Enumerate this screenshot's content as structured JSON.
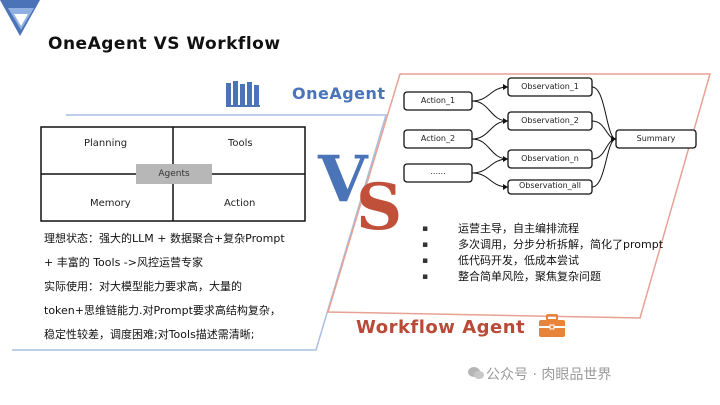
{
  "title": "OneAgent VS Workflow",
  "one_agent": {
    "heading": "OneAgent",
    "quadrants": {
      "tl": "Planning",
      "tr": "Tools",
      "bl": "Memory",
      "br": "Action",
      "center": "Agents"
    },
    "lines": [
      "理想状态：强大的LLM + 数据聚合+复杂Prompt",
      "+ 丰富的 Tools ->风控运营专家",
      "实际使用：对大模型能力要求高，大量的",
      "token+思维链能力.对Prompt要求高结构复杂，",
      "稳定性较差，调度困难;对Tools描述需清晰;"
    ]
  },
  "vs": {
    "v": "V",
    "s": "S"
  },
  "workflow": {
    "heading": "Workflow Agent",
    "flow": {
      "actions": [
        "Action_1",
        "Action_2",
        "......"
      ],
      "observations": [
        "Observation_1",
        "Observation_2",
        "Observation_n",
        "Observation_all"
      ],
      "summary": "Summary"
    },
    "bullets": [
      "运营主导，自主编排流程",
      "多次调用，分步分析拆解，简化了prompt",
      "低代码开发，低成本尝试",
      "整合简单风险，聚焦复杂问题"
    ],
    "bullet_symbol": "▪"
  },
  "watermark": "公众号 · 肉眼品世界",
  "colors": {
    "blue": "#4a73b8",
    "red": "#b84a37",
    "orange": "#e8833a",
    "light_blue": "#a9bfe3"
  }
}
